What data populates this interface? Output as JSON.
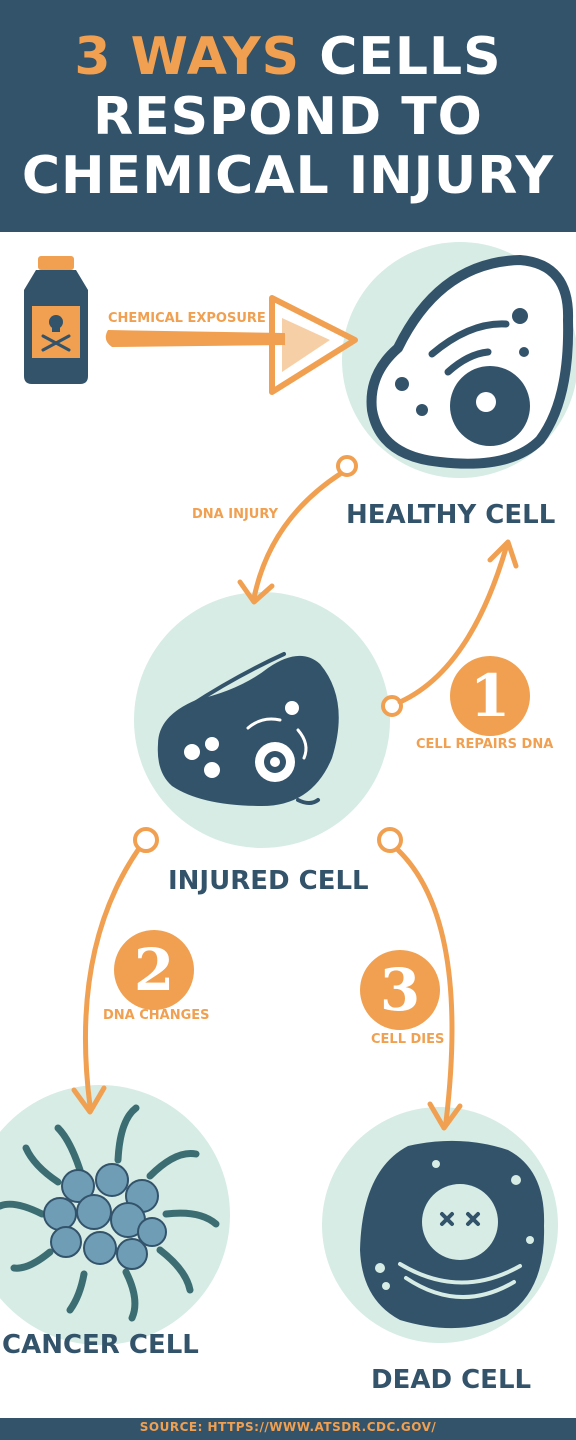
{
  "header": {
    "title_accent": "3 WAYS",
    "title_rest": "CELLS",
    "title_line2": "RESPOND TO",
    "title_line3": "CHEMICAL INJURY"
  },
  "labels": {
    "chemical_exposure": "CHEMICAL EXPOSURE",
    "healthy_cell": "HEALTHY CELL",
    "dna_injury": "DNA INJURY",
    "injured_cell": "INJURED CELL",
    "cell_repairs_dna": "CELL REPAIRS DNA",
    "dna_changes": "DNA CHANGES",
    "cell_dies": "CELL DIES",
    "cancer_cell": "CANCER CELL",
    "dead_cell": "DEAD CELL"
  },
  "steps": {
    "one": "1",
    "two": "2",
    "three": "3"
  },
  "footer": {
    "source": "SOURCE: HTTPS://WWW.ATSDR.CDC.GOV/"
  },
  "colors": {
    "navy": "#33536b",
    "orange": "#f0a050",
    "mint": "#d6ece5",
    "cancer_blue": "#6f9db5",
    "tendril": "#3b6d73"
  },
  "icons": {
    "poison_bottle": "poison-bottle-icon",
    "healthy_cell": "healthy-cell-icon",
    "injured_cell": "injured-cell-icon",
    "cancer_cell": "cancer-cell-icon",
    "dead_cell": "dead-cell-icon"
  }
}
